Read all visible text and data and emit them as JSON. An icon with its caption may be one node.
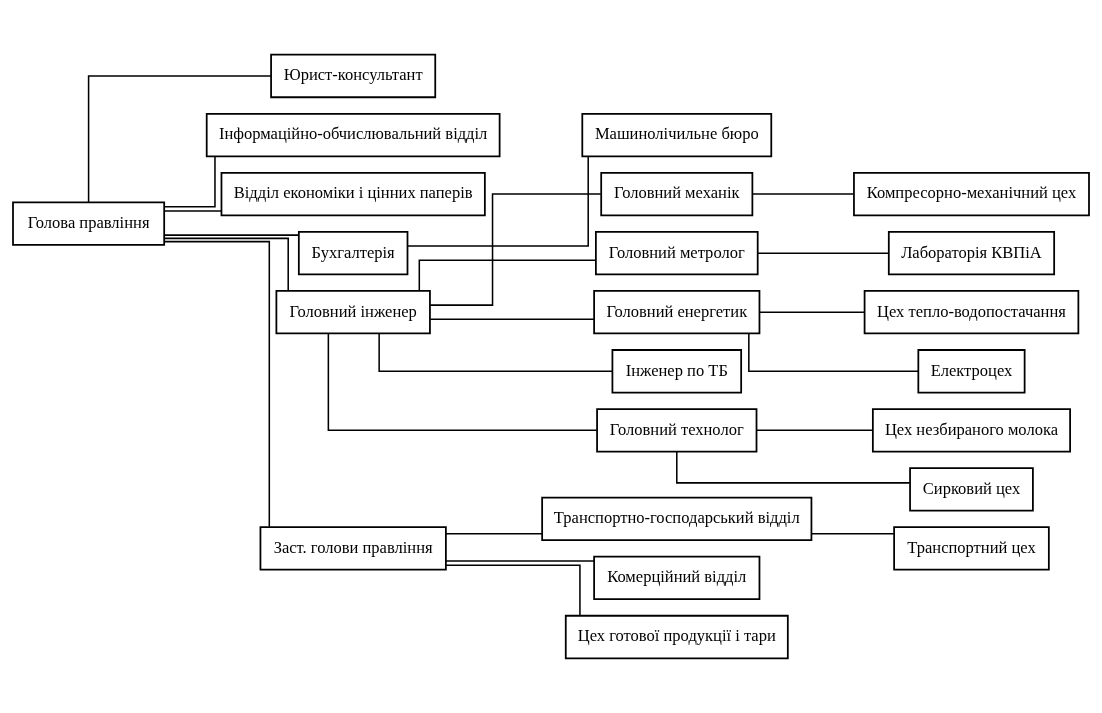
{
  "diagram": {
    "nodes": [
      {
        "text": [
          "Голова правління"
        ]
      },
      {
        "text": [
          "Юрист-консультант"
        ]
      },
      {
        "text": [
          "Інформаційно-обчислювальний відділ"
        ]
      },
      {
        "text": [
          "Відділ економіки і цінних паперів"
        ]
      },
      {
        "text": [
          "Бухгалтерія"
        ]
      },
      {
        "text": [
          "Машинолічильне бюро"
        ]
      },
      {
        "text": [
          "Головний інженер"
        ]
      },
      {
        "text": [
          "Головний механік"
        ]
      },
      {
        "text": [
          "Компресорно-механічний цех"
        ]
      },
      {
        "text": [
          "Головний метролог"
        ]
      },
      {
        "text": [
          "Лабораторія КВПіА"
        ]
      },
      {
        "text": [
          "Головний енергетик"
        ]
      },
      {
        "text": [
          "Цех тепло-водопостачання"
        ]
      },
      {
        "text": [
          "Електроцех"
        ]
      },
      {
        "text": [
          "Інженер по ТБ"
        ]
      },
      {
        "text": [
          "Головний технолог"
        ]
      },
      {
        "text": [
          "Цех незбираного молока"
        ]
      },
      {
        "text": [
          "Сирковий цех"
        ]
      },
      {
        "text": [
          "Заст. голови правління"
        ]
      },
      {
        "text": [
          "Транспортно-господарський відділ"
        ]
      },
      {
        "text": [
          "Транспортний цех"
        ]
      },
      {
        "text": [
          "Комерційний відділ"
        ]
      },
      {
        "text": [
          "Цех готової продукції і тари"
        ]
      }
    ],
    "edges": [
      {
        "from": 0,
        "to": 1,
        "arrow": "none"
      },
      {
        "from": 0,
        "to": 2,
        "arrow": "none"
      },
      {
        "from": 0,
        "to": 3,
        "arrow": "none"
      },
      {
        "from": 0,
        "to": 4,
        "arrow": "none"
      },
      {
        "from": 4,
        "to": 5,
        "arrow": "none"
      },
      {
        "from": 0,
        "to": 6,
        "arrow": "none"
      },
      {
        "from": 6,
        "to": 7,
        "arrow": "none"
      },
      {
        "from": 7,
        "to": 8,
        "arrow": "none"
      },
      {
        "from": 6,
        "to": 9,
        "arrow": "none"
      },
      {
        "from": 9,
        "to": 10,
        "arrow": "none"
      },
      {
        "from": 6,
        "to": 11,
        "arrow": "none"
      },
      {
        "from": 11,
        "to": 12,
        "arrow": "none"
      },
      {
        "from": 11,
        "to": 13,
        "arrow": "none"
      },
      {
        "from": 6,
        "to": 14,
        "arrow": "none"
      },
      {
        "from": 6,
        "to": 15,
        "arrow": "none"
      },
      {
        "from": 15,
        "to": 16,
        "arrow": "none"
      },
      {
        "from": 15,
        "to": 17,
        "arrow": "none"
      },
      {
        "from": 0,
        "to": 18,
        "arrow": "none"
      },
      {
        "from": 18,
        "to": 19,
        "arrow": "none"
      },
      {
        "from": 19,
        "to": 20,
        "arrow": "none"
      },
      {
        "from": 18,
        "to": 21,
        "arrow": "none"
      },
      {
        "from": 18,
        "to": 22,
        "arrow": "none"
      }
    ]
  }
}
